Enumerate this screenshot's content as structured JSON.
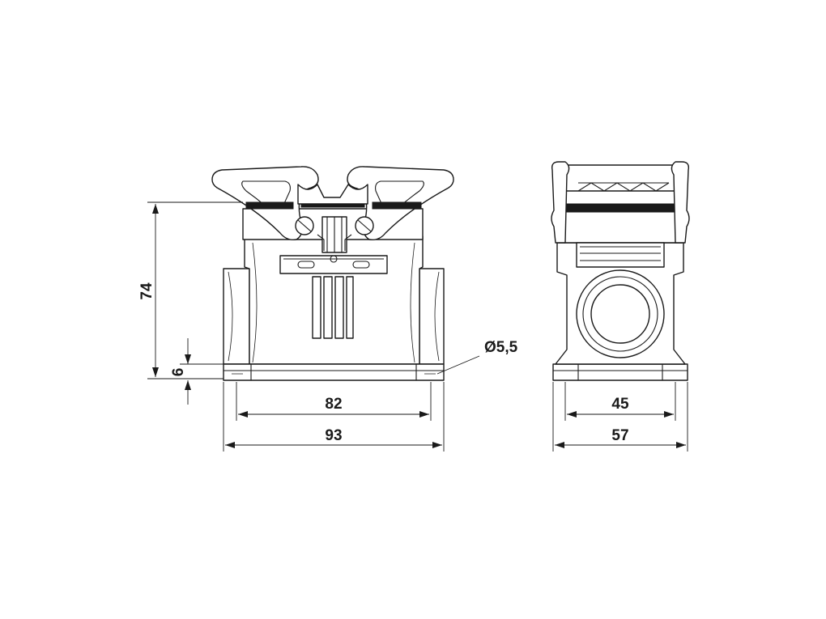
{
  "dimensions": {
    "height_total": "74",
    "flange_height": "6",
    "hole_spacing_front": "82",
    "width_front": "93",
    "hole_diameter": "Ø5,5",
    "hole_spacing_side": "45",
    "width_side": "57"
  },
  "colors": {
    "line": "#1a1a1a",
    "background": "#ffffff"
  }
}
